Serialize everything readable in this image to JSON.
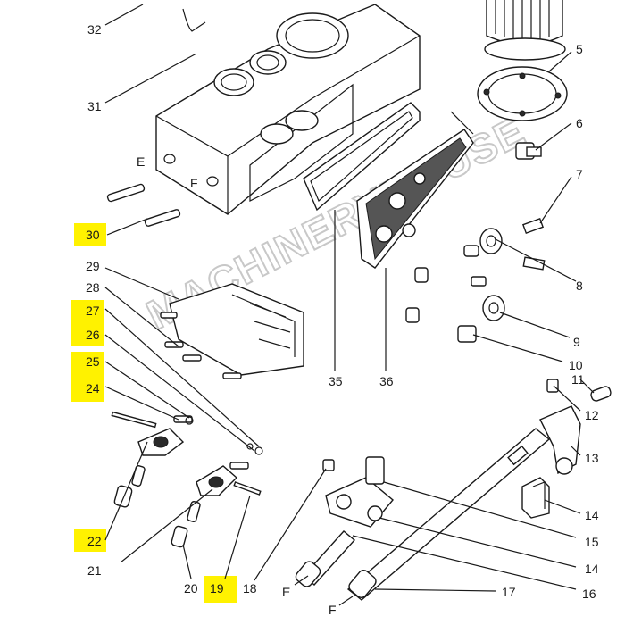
{
  "watermark": "MACHINERYHOUSE",
  "labels": {
    "l32": "32",
    "l31": "31",
    "l5": "5",
    "l6": "6",
    "l7": "7",
    "l8": "8",
    "l9": "9",
    "l10": "10",
    "l11": "11",
    "l12": "12",
    "l13": "13",
    "l14a": "14",
    "l14b": "14",
    "l15": "15",
    "l16": "16",
    "l17": "17",
    "l18": "18",
    "l19": "19",
    "l20": "20",
    "l21": "21",
    "l22": "22",
    "l24": "24",
    "l25": "25",
    "l26": "26",
    "l27": "27",
    "l28": "28",
    "l29": "29",
    "l30": "30",
    "l35": "35",
    "l36": "36",
    "e1": "E",
    "f1": "F",
    "e2": "E",
    "f2": "F"
  },
  "highlight_color": "#fff200",
  "line_color": "#1a1a1a"
}
